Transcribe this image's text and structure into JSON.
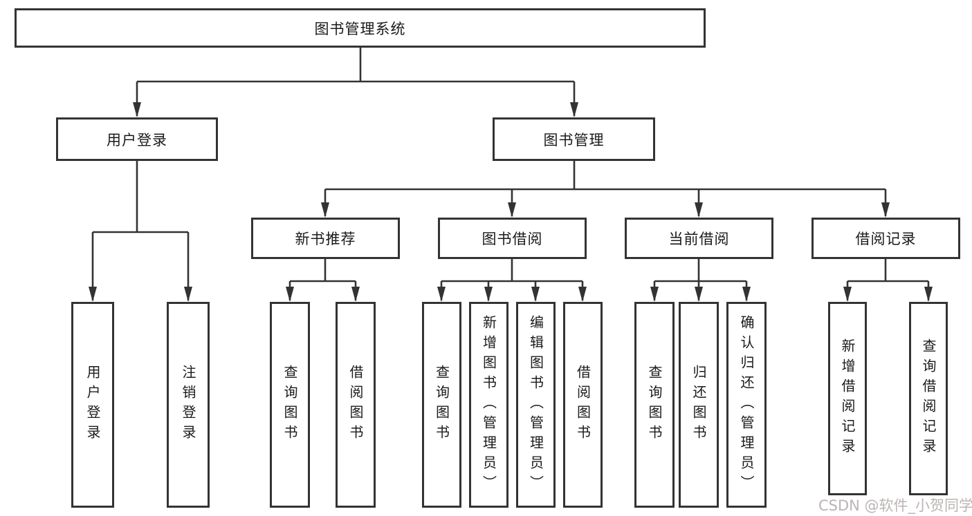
{
  "tree": {
    "label": "图书管理系统",
    "children": [
      {
        "label": "用户登录",
        "children": [
          {
            "label": "用户登录"
          },
          {
            "label": "注销登录"
          }
        ]
      },
      {
        "label": "图书管理",
        "children": [
          {
            "label": "新书推荐",
            "children": [
              {
                "label": "查询图书"
              },
              {
                "label": "借阅图书"
              }
            ]
          },
          {
            "label": "图书借阅",
            "children": [
              {
                "label": "查询图书"
              },
              {
                "label": "新增图书（管理员）"
              },
              {
                "label": "编辑图书（管理员）"
              },
              {
                "label": "借阅图书"
              }
            ]
          },
          {
            "label": "当前借阅",
            "children": [
              {
                "label": "查询图书"
              },
              {
                "label": "归还图书"
              },
              {
                "label": "确认归还（管理员）"
              }
            ]
          },
          {
            "label": "借阅记录",
            "children": [
              {
                "label": "新增借阅记录"
              },
              {
                "label": "查询借阅记录"
              }
            ]
          }
        ]
      }
    ]
  },
  "watermark": "CSDN @软件_小贺同学",
  "colors": {
    "line": "#333333",
    "text": "#1a1a1a",
    "watermark": "#bdb3b3",
    "background": "#ffffff"
  }
}
